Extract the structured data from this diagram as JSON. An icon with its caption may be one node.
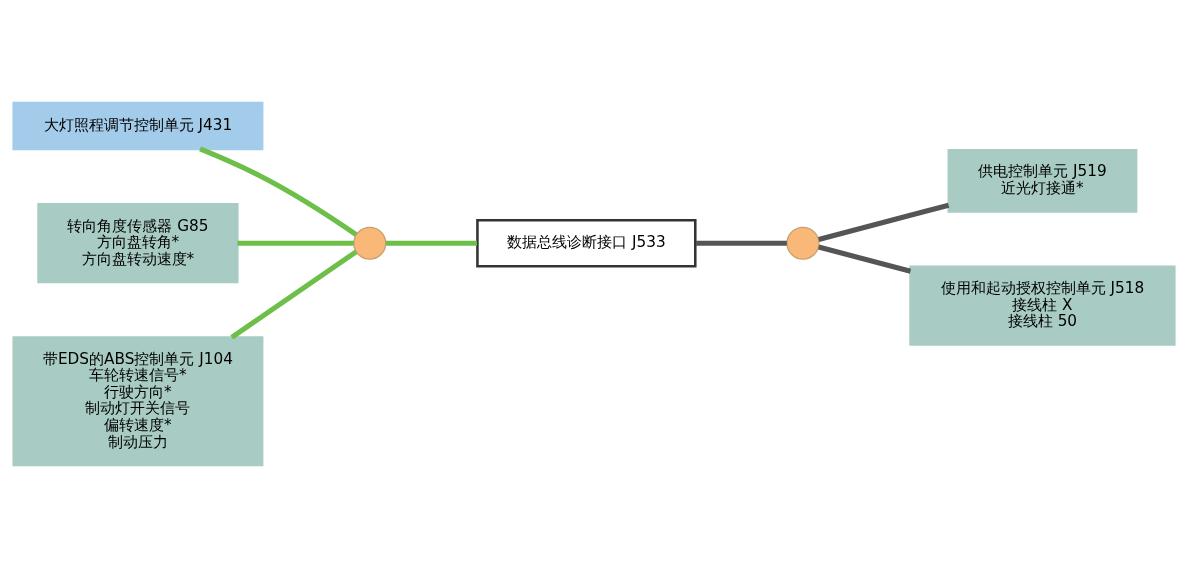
{
  "diagram": {
    "nodes": [
      {
        "text": [
          "大灯照程调节控制单元 J431"
        ]
      },
      {
        "text": [
          "转向角度传感器 G85",
          "方向盘转角*",
          "方向盘转动速度*"
        ]
      },
      {
        "text": [
          "带EDS的ABS控制单元 J104",
          "车轮转速信号*",
          "行驶方向*",
          "制动灯开关信号",
          "偏转速度*",
          "制动压力"
        ]
      },
      {
        "text": [],
        "shape": "circle"
      },
      {
        "text": [],
        "shape": "circle"
      },
      {
        "text": [
          "数据总线诊断接口 J533"
        ]
      },
      {
        "text": [
          "供电控制单元 J519",
          "近光灯接通*"
        ]
      },
      {
        "text": [
          "使用和起动授权控制单元 J518",
          "接线柱 X",
          "接线柱 50"
        ]
      }
    ],
    "edges": [
      {
        "from": 0,
        "to": 3,
        "arrow": "none"
      },
      {
        "from": 1,
        "to": 3,
        "arrow": "none"
      },
      {
        "from": 2,
        "to": 3,
        "arrow": "none"
      },
      {
        "from": 3,
        "to": 5,
        "arrow": "none"
      },
      {
        "from": 5,
        "to": 4,
        "arrow": "none",
        "color": "#555555"
      },
      {
        "from": 4,
        "to": 6,
        "arrow": "none",
        "color": "#555555"
      },
      {
        "from": 4,
        "to": 7,
        "arrow": "none",
        "color": "#555555"
      }
    ]
  }
}
